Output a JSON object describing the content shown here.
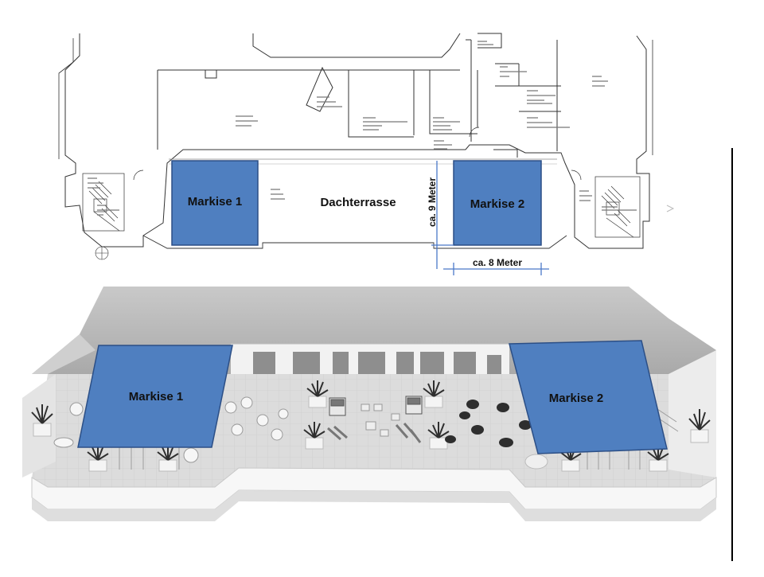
{
  "floorplan": {
    "terrace_label": "Dachterrasse",
    "awning_1_label": "Markise 1",
    "awning_2_label": "Markise 2",
    "height_dimension": "ca. 9 Meter",
    "width_dimension": "ca. 8 Meter"
  },
  "render_3d": {
    "awning_1_label": "Markise 1",
    "awning_2_label": "Markise 2"
  },
  "colors": {
    "awning_fill": "#4f7fc0",
    "awning_stroke": "#2c4f86",
    "dimension_line": "#4a78c8",
    "plan_line": "#333333"
  }
}
